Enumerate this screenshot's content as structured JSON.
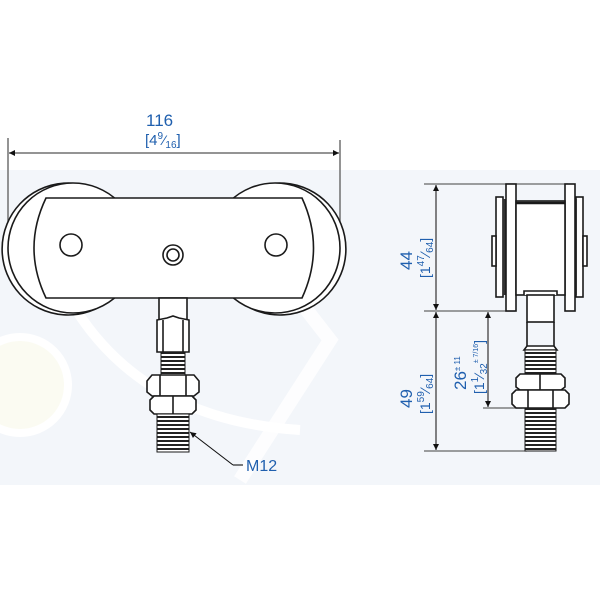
{
  "drawing": {
    "colors": {
      "dimension_text": "#1f5fae",
      "line": "#1a1a1a",
      "dimension_line": "#555555",
      "watermark_blue": "#eef3f9",
      "watermark_yellow": "#fbfbf0"
    },
    "front_view": {
      "overall_width": {
        "metric": "116",
        "imperial_whole": "[4",
        "imperial_num": "9",
        "imperial_den": "16",
        "imperial_close": "]"
      },
      "thread_callout": "M12"
    },
    "side_view": {
      "body_height": {
        "metric": "44",
        "imperial_whole": "[1",
        "imperial_num": "47",
        "imperial_den": "64",
        "imperial_close": "]"
      },
      "stem_height": {
        "metric": "49",
        "imperial_whole": "[1",
        "imperial_num": "59",
        "imperial_den": "64",
        "imperial_close": "]"
      },
      "adjust_range": {
        "metric": "26",
        "metric_tol": "± 11",
        "imperial_whole": "[1",
        "imperial_num": "1",
        "imperial_den": "32",
        "imperial_tol": "± 7/16",
        "imperial_close": "]"
      }
    }
  }
}
